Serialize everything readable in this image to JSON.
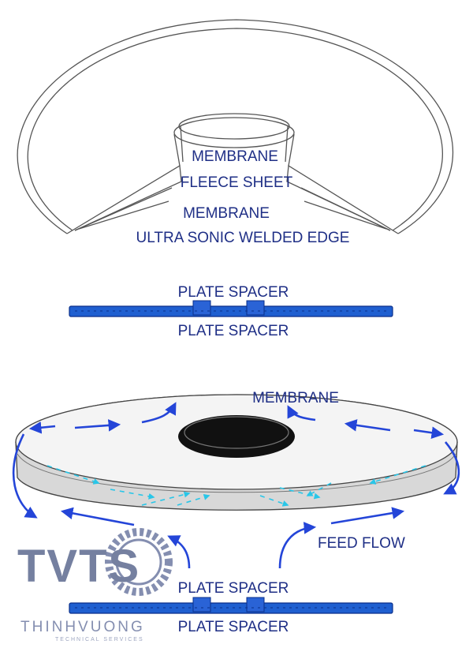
{
  "labels": {
    "top_membrane": "MEMBRANE",
    "fleece_sheet": "FLEECE SHEET",
    "mid_membrane": "MEMBRANE",
    "welded_edge": "ULTRA SONIC WELDED EDGE",
    "plate_spacer_1": "PLATE SPACER",
    "plate_spacer_2": "PLATE SPACER",
    "disc_membrane": "MEMBRANE",
    "feed_flow": "FEED FLOW",
    "plate_spacer_3": "PLATE SPACER",
    "plate_spacer_4": "PLATE SPACER"
  },
  "logo": {
    "mark": "TVTS",
    "name": "THINHVUONG",
    "tagline": "TECHNICAL SERVICES"
  },
  "colors": {
    "label": "#1f2f86",
    "flow_arrow": "#2445d8",
    "inner_flow": "#29c6e8",
    "spacer": "#1f5fd0",
    "logo": "#5d6a90"
  }
}
